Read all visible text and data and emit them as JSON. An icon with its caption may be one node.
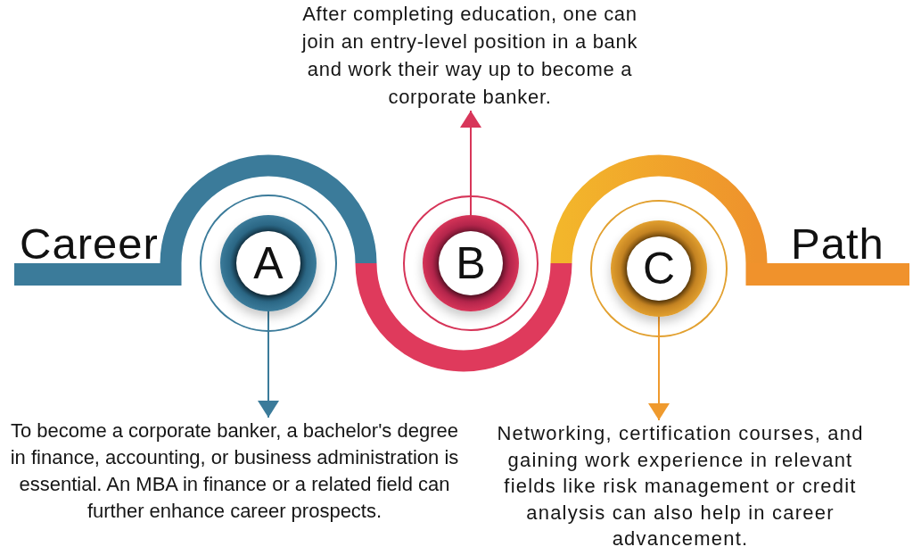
{
  "diagram": {
    "nodes": [
      {
        "text": [
          "After completing education, one can join an entry-level position in a bank and work their way up to become a corporate banker."
        ]
      },
      {
        "text": [
          "A"
        ]
      },
      {
        "text": [
          "B"
        ]
      },
      {
        "text": [
          "C"
        ]
      },
      {
        "text": [
          "To become a corporate banker, a bachelor's degree in finance, accounting, or business administration is essential. An MBA in finance or a related field can further enhance career prospects."
        ]
      },
      {
        "text": [
          "Networking, certification courses, and gaining work experience in relevant fields like risk management or credit analysis can also help in career advancement."
        ]
      }
    ],
    "edges": [
      {
        "from": 1,
        "to": 4,
        "arrow": "to",
        "color": "#3b7b9a"
      },
      {
        "from": 2,
        "to": 0,
        "arrow": "to",
        "color": "#d8365a"
      },
      {
        "from": 3,
        "to": 5,
        "arrow": "to",
        "color": "#ef9a2e"
      }
    ],
    "labels": [
      "Career",
      "Path"
    ]
  }
}
